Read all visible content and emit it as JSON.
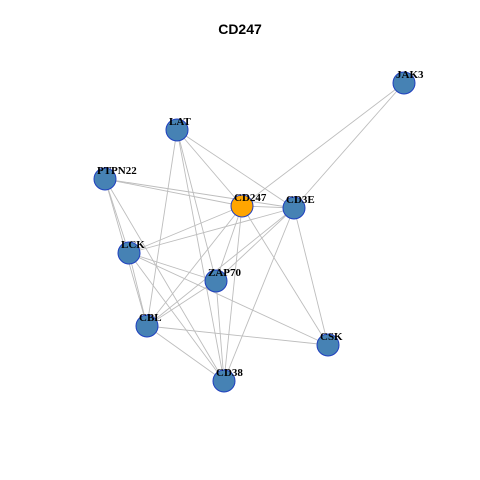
{
  "title": "CD247",
  "colors": {
    "node_fill": "#4682B4",
    "node_stroke": "#1f3fbf",
    "highlight_fill": "#FFA500",
    "edge": "#bdbdbd"
  },
  "network": {
    "nodes": [
      {
        "id": "CD247",
        "label": "CD247",
        "highlight": true
      },
      {
        "id": "CD3E",
        "label": "CD3E",
        "highlight": false
      },
      {
        "id": "JAK3",
        "label": "JAK3",
        "highlight": false
      },
      {
        "id": "LAT",
        "label": "LAT",
        "highlight": false
      },
      {
        "id": "PTPN22",
        "label": "PTPN22",
        "highlight": false
      },
      {
        "id": "LCK",
        "label": "LCK",
        "highlight": false
      },
      {
        "id": "ZAP70",
        "label": "ZAP70",
        "highlight": false
      },
      {
        "id": "CBL",
        "label": "CBL",
        "highlight": false
      },
      {
        "id": "CD38",
        "label": "CD38",
        "highlight": false
      },
      {
        "id": "CSK",
        "label": "CSK",
        "highlight": false
      }
    ],
    "edges": [
      [
        "JAK3",
        "CD247"
      ],
      [
        "JAK3",
        "CD3E"
      ],
      [
        "LAT",
        "CD247"
      ],
      [
        "LAT",
        "CD3E"
      ],
      [
        "LAT",
        "ZAP70"
      ],
      [
        "LAT",
        "CBL"
      ],
      [
        "LAT",
        "CD38"
      ],
      [
        "PTPN22",
        "CD247"
      ],
      [
        "PTPN22",
        "CD3E"
      ],
      [
        "PTPN22",
        "LCK"
      ],
      [
        "PTPN22",
        "CBL"
      ],
      [
        "PTPN22",
        "CD38"
      ],
      [
        "CD247",
        "CD3E"
      ],
      [
        "CD247",
        "LCK"
      ],
      [
        "CD247",
        "ZAP70"
      ],
      [
        "CD247",
        "CBL"
      ],
      [
        "CD247",
        "CD38"
      ],
      [
        "CD247",
        "CSK"
      ],
      [
        "CD3E",
        "LCK"
      ],
      [
        "CD3E",
        "ZAP70"
      ],
      [
        "CD3E",
        "CBL"
      ],
      [
        "CD3E",
        "CD38"
      ],
      [
        "CD3E",
        "CSK"
      ],
      [
        "LCK",
        "ZAP70"
      ],
      [
        "LCK",
        "CBL"
      ],
      [
        "LCK",
        "CD38"
      ],
      [
        "LCK",
        "CSK"
      ],
      [
        "ZAP70",
        "CBL"
      ],
      [
        "ZAP70",
        "CD38"
      ],
      [
        "CBL",
        "CD38"
      ],
      [
        "CBL",
        "CSK"
      ]
    ]
  }
}
